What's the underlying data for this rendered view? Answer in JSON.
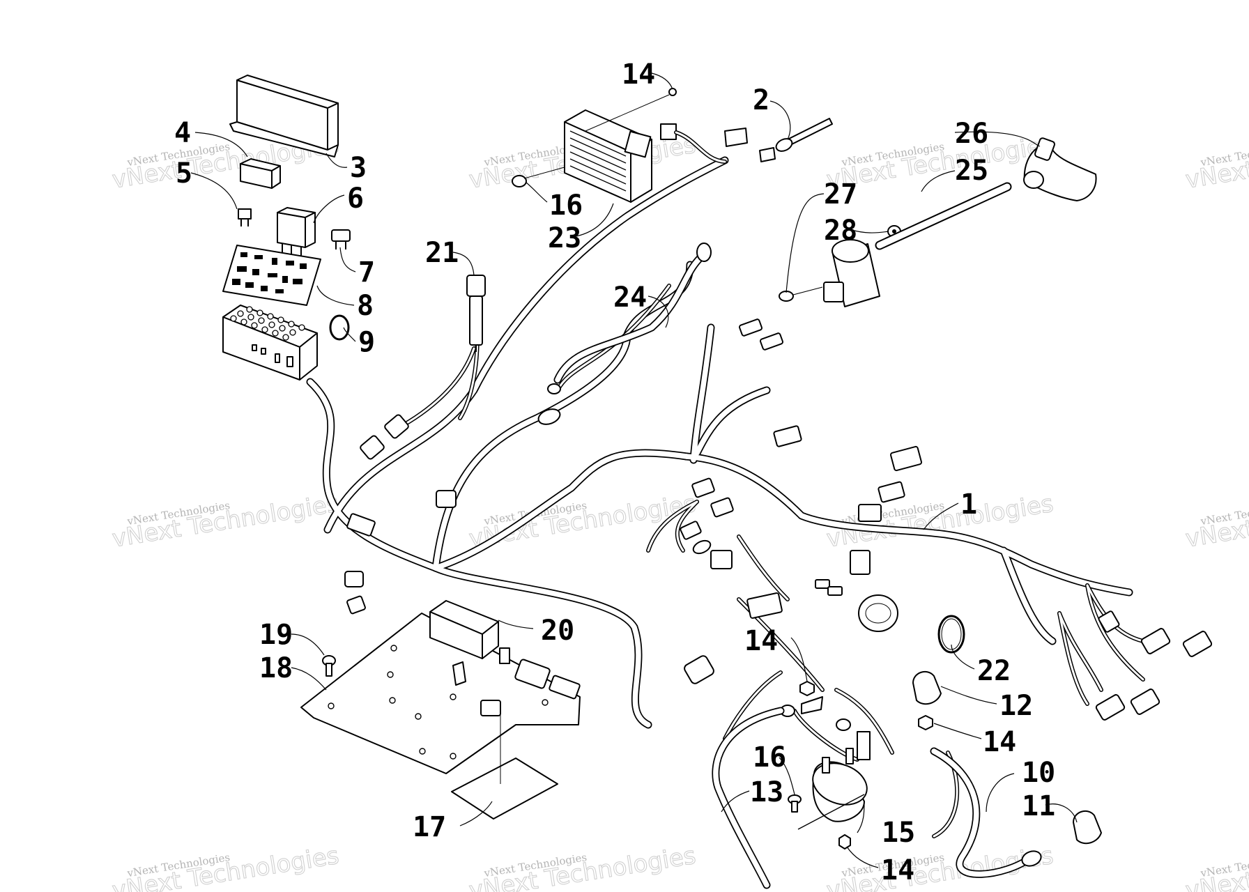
{
  "diagram": {
    "watermark_text": "vNext Technologies",
    "callouts": [
      {
        "label": "1"
      },
      {
        "label": "2"
      },
      {
        "label": "3"
      },
      {
        "label": "4"
      },
      {
        "label": "5"
      },
      {
        "label": "6"
      },
      {
        "label": "7"
      },
      {
        "label": "8"
      },
      {
        "label": "9"
      },
      {
        "label": "10"
      },
      {
        "label": "11"
      },
      {
        "label": "12"
      },
      {
        "label": "13"
      },
      {
        "label": "14"
      },
      {
        "label": "14"
      },
      {
        "label": "14"
      },
      {
        "label": "14"
      },
      {
        "label": "15"
      },
      {
        "label": "16"
      },
      {
        "label": "16"
      },
      {
        "label": "17"
      },
      {
        "label": "18"
      },
      {
        "label": "19"
      },
      {
        "label": "20"
      },
      {
        "label": "21"
      },
      {
        "label": "22"
      },
      {
        "label": "23"
      },
      {
        "label": "24"
      },
      {
        "label": "25"
      },
      {
        "label": "26"
      },
      {
        "label": "27"
      },
      {
        "label": "28"
      }
    ]
  }
}
